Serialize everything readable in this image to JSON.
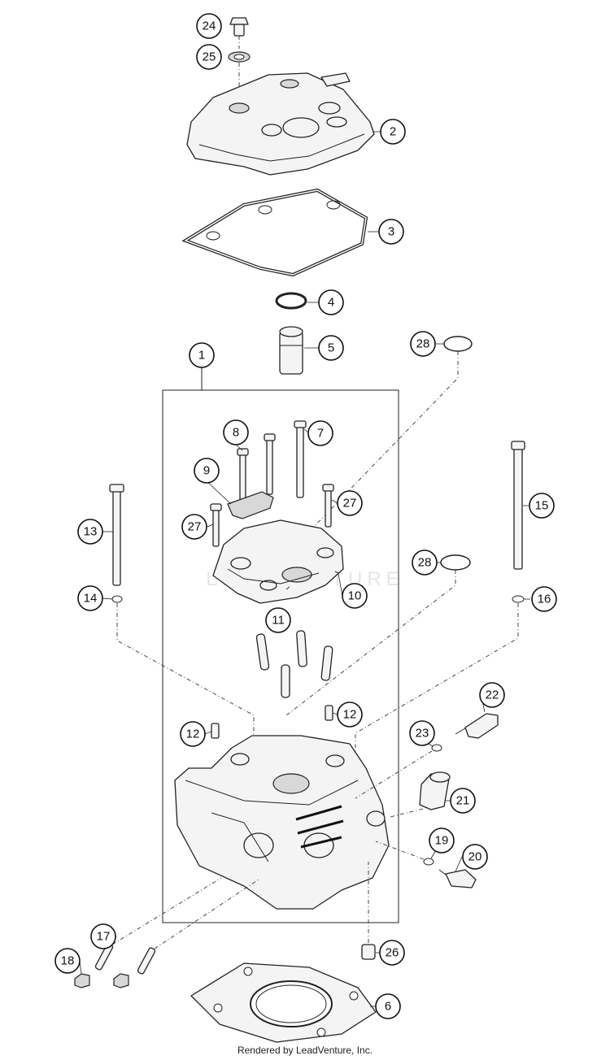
{
  "diagram": {
    "callouts": [
      {
        "id": "c24",
        "label": "24"
      },
      {
        "id": "c25",
        "label": "25"
      },
      {
        "id": "c2",
        "label": "2"
      },
      {
        "id": "c3",
        "label": "3"
      },
      {
        "id": "c4",
        "label": "4"
      },
      {
        "id": "c5",
        "label": "5"
      },
      {
        "id": "c1",
        "label": "1"
      },
      {
        "id": "c28a",
        "label": "28"
      },
      {
        "id": "c8",
        "label": "8"
      },
      {
        "id": "c7",
        "label": "7"
      },
      {
        "id": "c9",
        "label": "9"
      },
      {
        "id": "c27a",
        "label": "27"
      },
      {
        "id": "c27b",
        "label": "27"
      },
      {
        "id": "c15",
        "label": "15"
      },
      {
        "id": "c13",
        "label": "13"
      },
      {
        "id": "c28b",
        "label": "28"
      },
      {
        "id": "c14",
        "label": "14"
      },
      {
        "id": "c10",
        "label": "10"
      },
      {
        "id": "c16",
        "label": "16"
      },
      {
        "id": "c11",
        "label": "11"
      },
      {
        "id": "c22",
        "label": "22"
      },
      {
        "id": "c12a",
        "label": "12"
      },
      {
        "id": "c12b",
        "label": "12"
      },
      {
        "id": "c23",
        "label": "23"
      },
      {
        "id": "c21",
        "label": "21"
      },
      {
        "id": "c19",
        "label": "19"
      },
      {
        "id": "c20",
        "label": "20"
      },
      {
        "id": "c17",
        "label": "17"
      },
      {
        "id": "c26",
        "label": "26"
      },
      {
        "id": "c18",
        "label": "18"
      },
      {
        "id": "c6",
        "label": "6"
      }
    ]
  },
  "watermark": "LEADVENTURE",
  "footer": "Rendered by LeadVenture, Inc."
}
